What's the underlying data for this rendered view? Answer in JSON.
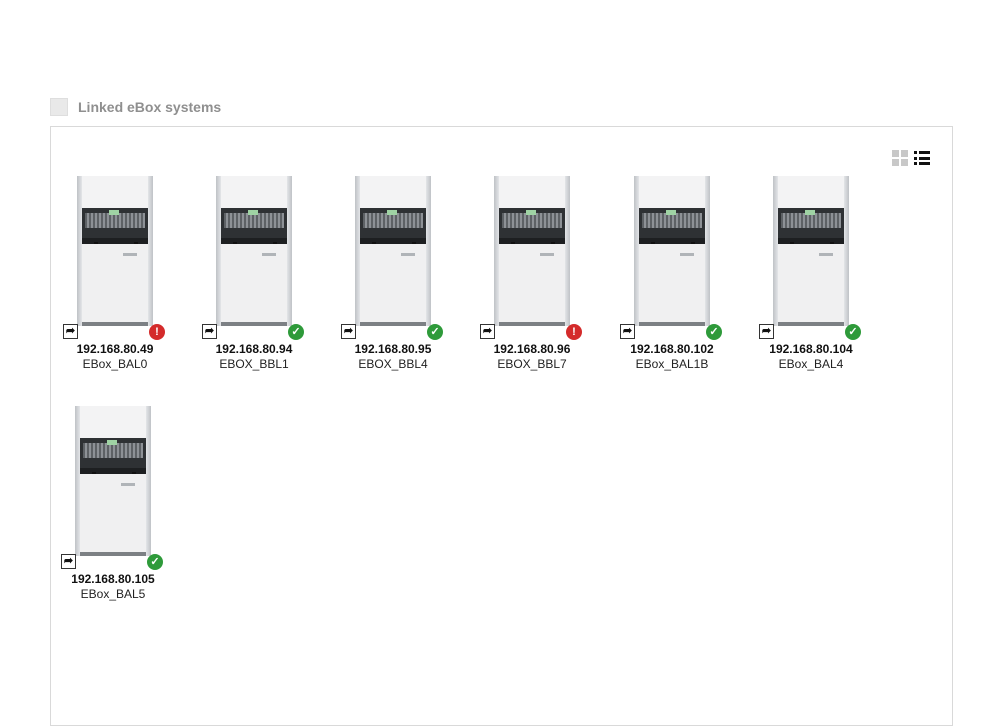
{
  "section": {
    "title": "Linked eBox systems"
  },
  "view_toggle": {
    "grid_icon": "grid-view-icon",
    "list_icon": "list-view-icon",
    "active": "list"
  },
  "icons": {
    "link": "share-arrow-icon",
    "ok": "check-circle-icon",
    "error": "exclamation-circle-icon"
  },
  "colors": {
    "ok": "#2e9a3a",
    "error": "#d42b2b"
  },
  "devices": [
    {
      "ip": "192.168.80.49",
      "name": "EBox_BAL0",
      "status": "error"
    },
    {
      "ip": "192.168.80.94",
      "name": "EBOX_BBL1",
      "status": "ok"
    },
    {
      "ip": "192.168.80.95",
      "name": "EBOX_BBL4",
      "status": "ok"
    },
    {
      "ip": "192.168.80.96",
      "name": "EBOX_BBL7",
      "status": "error"
    },
    {
      "ip": "192.168.80.102",
      "name": "EBox_BAL1B",
      "status": "ok"
    },
    {
      "ip": "192.168.80.104",
      "name": "EBox_BAL4",
      "status": "ok"
    },
    {
      "ip": "192.168.80.105",
      "name": "EBox_BAL5",
      "status": "ok"
    }
  ]
}
